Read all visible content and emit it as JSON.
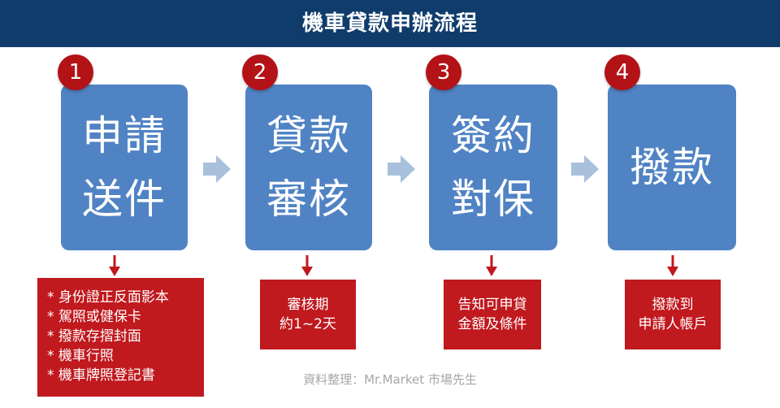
{
  "title": "機車貸款申辦流程",
  "steps": [
    {
      "number": "1",
      "line1": "申請",
      "line2": "送件",
      "notes": [
        "* 身份證正反面影本",
        "* 駕照或健保卡",
        "* 撥款存摺封面",
        "* 機車行照",
        "* 機車牌照登記書"
      ]
    },
    {
      "number": "2",
      "line1": "貸款",
      "line2": "審核",
      "notes": [
        "審核期",
        "約1~2天"
      ]
    },
    {
      "number": "3",
      "line1": "簽約",
      "line2": "對保",
      "notes": [
        "告知可申貸",
        "金額及條件"
      ]
    },
    {
      "number": "4",
      "line1": "撥款",
      "notes": [
        "撥款到",
        "申請人帳戶"
      ]
    }
  ],
  "source": "資料整理：Mr.Market 市場先生",
  "colors": {
    "title_bar": "#0f3c6b",
    "step_box": "#5083c4",
    "number_badge": "#b31217",
    "note_box": "#c0191e",
    "chevron": "#a9c0dd",
    "down_arrow": "#c0191e",
    "source_text": "#a7a7a7"
  }
}
